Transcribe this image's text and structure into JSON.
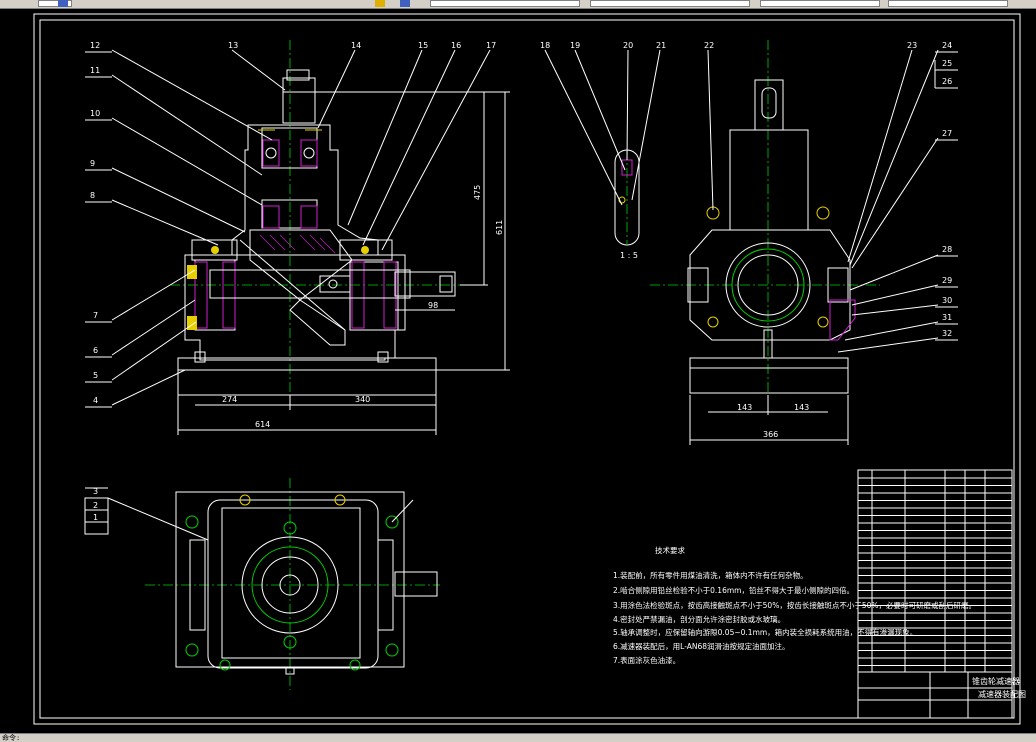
{
  "toolbar": {
    "note": "CAD toolbar (partially visible)"
  },
  "status": {
    "prompt": "命令:"
  },
  "part_numbers_left": [
    "12",
    "11",
    "10",
    "9",
    "8",
    "7",
    "6",
    "5",
    "4",
    "13",
    "14",
    "15",
    "16",
    "17"
  ],
  "part_numbers_right": [
    "18",
    "19",
    "20",
    "21",
    "22",
    "23",
    "24",
    "25",
    "26",
    "27",
    "28",
    "29",
    "30",
    "31",
    "32"
  ],
  "part_numbers_plan": [
    "3",
    "2",
    "1"
  ],
  "dims": {
    "front_total": "614",
    "front_left": "274",
    "front_right": "340",
    "height_total": "611",
    "height_upper": "475",
    "shaft_h": "98",
    "side_total": "366",
    "side_left": "143",
    "side_right": "143",
    "scale_label": "1 : 5"
  },
  "notes": {
    "title": "技术要求",
    "items": [
      "1.装配前，所有零件用煤油清洗，箱体内不许有任何杂物。",
      "2.啮合侧隙用铅丝检验不小于0.16mm，铅丝不得大于最小侧隙的四倍。",
      "3.用涂色法检验斑点，按齿高接触斑点不小于50%，按齿长接触斑点不小于50%，必要时可研磨或刮后研磨。",
      "4.密封处严禁漏油，剖分面允许涂密封胶或水玻璃。",
      "5.轴承调整时，应保留轴向游隙0.05~0.1mm，箱内装全损耗系统用油，不得有渗漏现象。",
      "6.减速器装配后，用L-AN68润滑油按规定油面加注。",
      "7.表面涂灰色油漆。"
    ]
  },
  "title_block": {
    "name": "减速器装配图",
    "label_small": "锥齿轮减速器"
  }
}
